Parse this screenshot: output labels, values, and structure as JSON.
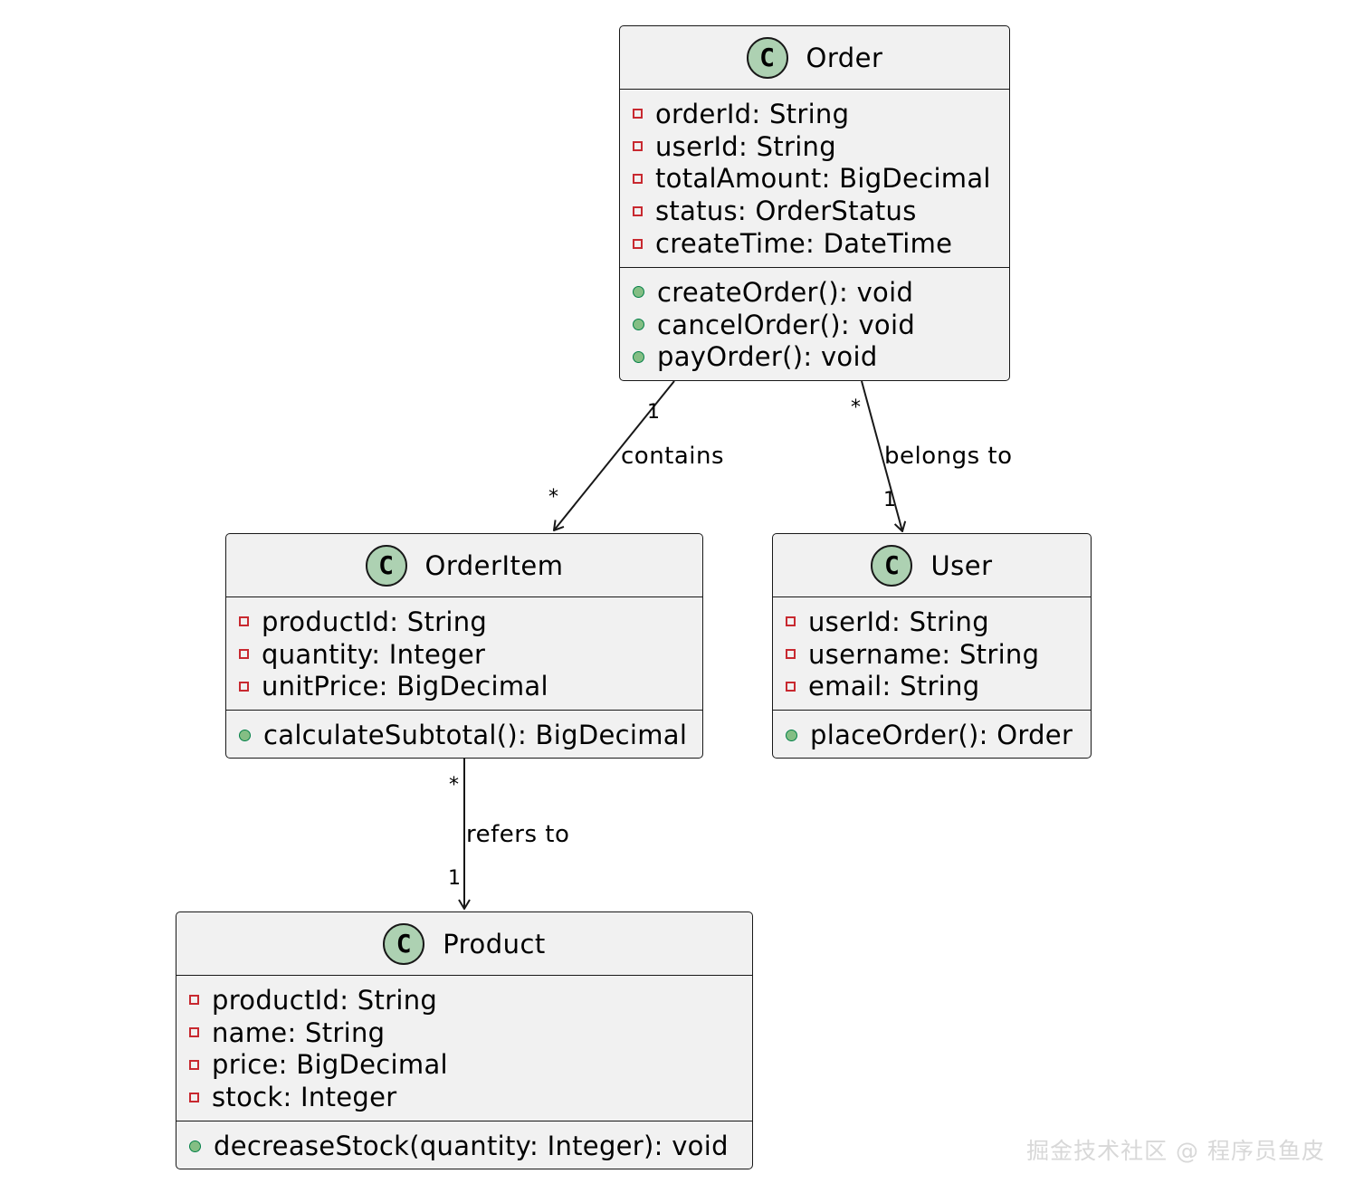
{
  "classes": {
    "order": {
      "icon": "C",
      "name": "Order",
      "attributes": [
        "orderId: String",
        "userId: String",
        "totalAmount: BigDecimal",
        "status: OrderStatus",
        "createTime: DateTime"
      ],
      "methods": [
        "createOrder(): void",
        "cancelOrder(): void",
        "payOrder(): void"
      ]
    },
    "orderitem": {
      "icon": "C",
      "name": "OrderItem",
      "attributes": [
        "productId: String",
        "quantity: Integer",
        "unitPrice: BigDecimal"
      ],
      "methods": [
        "calculateSubtotal(): BigDecimal"
      ]
    },
    "user": {
      "icon": "C",
      "name": "User",
      "attributes": [
        "userId: String",
        "username: String",
        "email: String"
      ],
      "methods": [
        "placeOrder(): Order"
      ]
    },
    "product": {
      "icon": "C",
      "name": "Product",
      "attributes": [
        "productId: String",
        "name: String",
        "price: BigDecimal",
        "stock: Integer"
      ],
      "methods": [
        "decreaseStock(quantity: Integer): void"
      ]
    }
  },
  "relations": {
    "contains": {
      "label": "contains",
      "from_mult": "1",
      "to_mult": "*"
    },
    "belongs_to": {
      "label": "belongs to",
      "from_mult": "*",
      "to_mult": "1"
    },
    "refers_to": {
      "label": "refers to",
      "from_mult": "*",
      "to_mult": "1"
    }
  },
  "colors": {
    "class_bg": "#f1f1f1",
    "class_icon": "#add1b2",
    "private_marker": "#c82930",
    "public_marker": "#84be84"
  },
  "watermark": "掘金技术社区 @ 程序员鱼皮"
}
